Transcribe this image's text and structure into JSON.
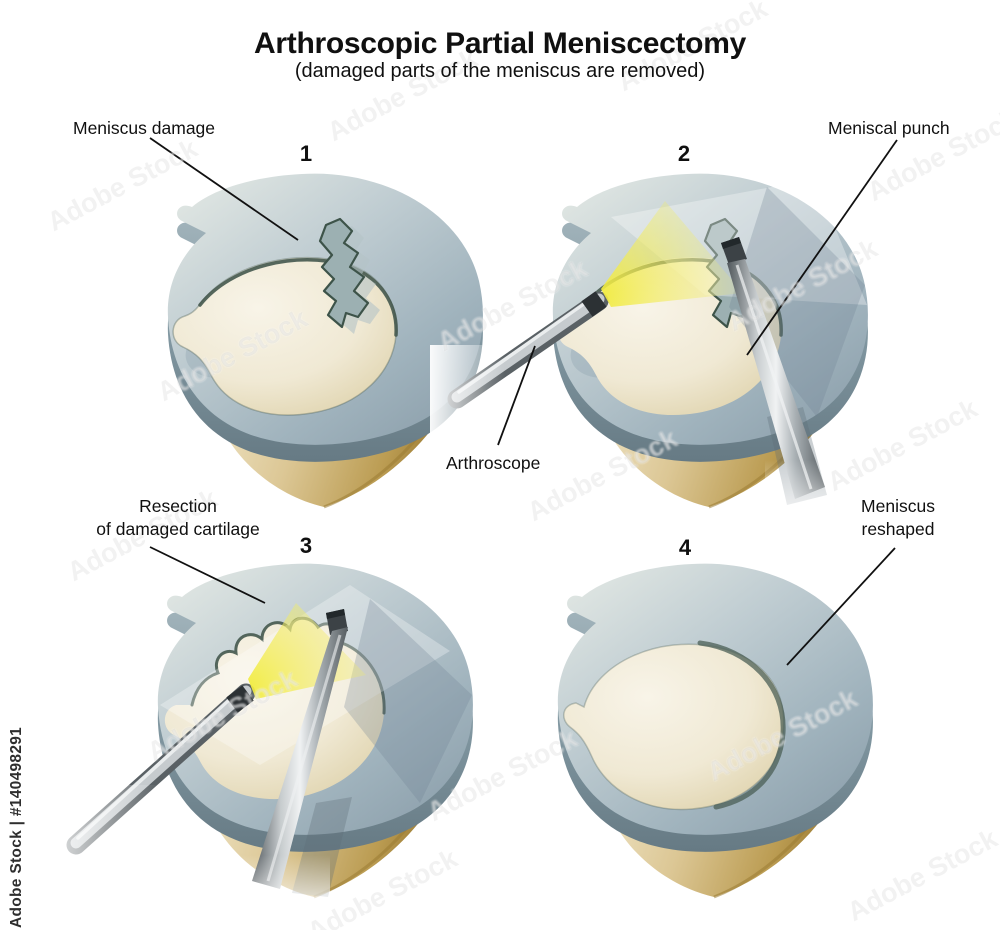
{
  "title": "Arthroscopic Partial Meniscectomy",
  "subtitle": "(damaged parts of the meniscus are removed)",
  "steps": [
    {
      "number": "1",
      "label": "Meniscus damage"
    },
    {
      "number": "2",
      "label": "Meniscal punch",
      "label_secondary": "Arthroscope"
    },
    {
      "number": "3",
      "label": "Resection\nof damaged cartilage"
    },
    {
      "number": "4",
      "label": "Meniscus\nreshaped"
    }
  ],
  "watermark": {
    "credit": "Adobe Stock | #140498291",
    "pattern_text": "Adobe Stock"
  },
  "colors": {
    "meniscus_top": "#b7c6cc",
    "meniscus_highlight": "#e4eae5",
    "meniscus_rim": "#8096a0",
    "cartilage_surface": "#f0e9d4",
    "tear_outline": "#3d5349",
    "bone": "#d9c58f",
    "bone_edge": "#96762f",
    "scope_light": "#f2ec4e",
    "instrument_metal": "#c7ccce",
    "text": "#111111",
    "background": "#ffffff"
  }
}
